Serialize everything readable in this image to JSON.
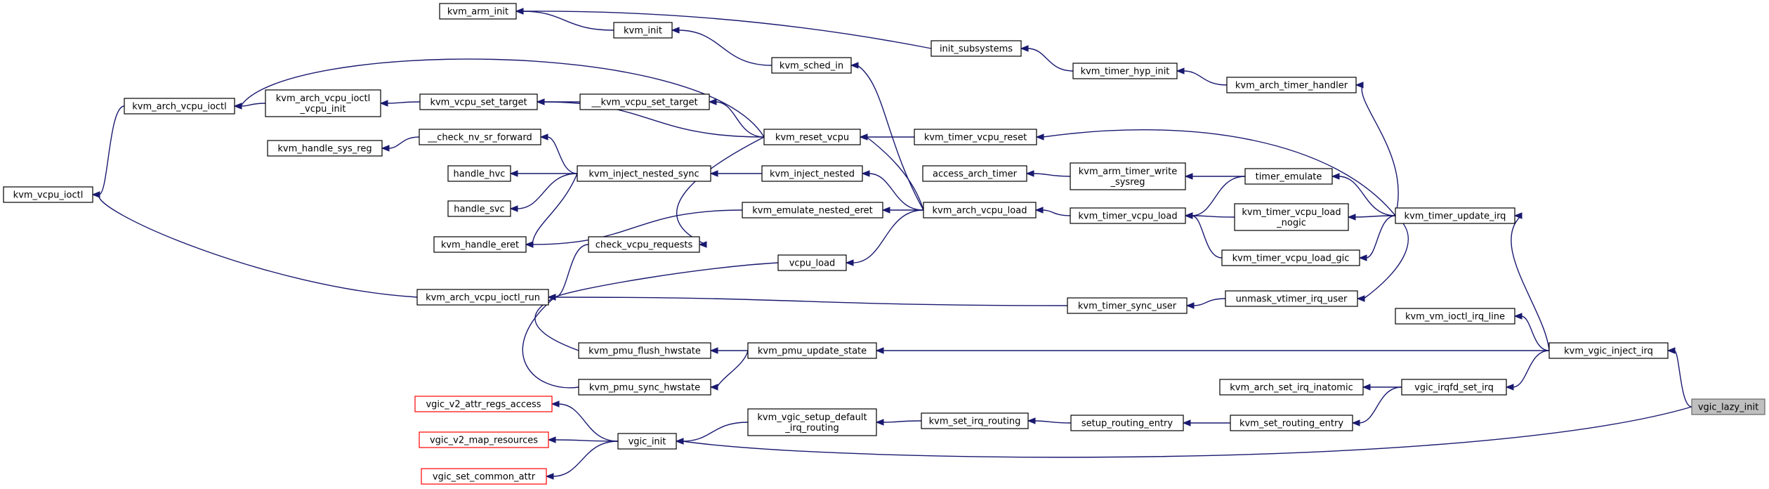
{
  "graph": {
    "edge_color": "#191970",
    "highlight_node_fill": "#bfbfbf",
    "missing_node_border_color": "#ff0000",
    "nodes": [
      {
        "id": "kvm_arm_init",
        "lines": [
          "kvm_arm_init"
        ]
      },
      {
        "id": "kvm_init",
        "lines": [
          "kvm_init"
        ]
      },
      {
        "id": "init_subsystems",
        "lines": [
          "init_subsystems"
        ]
      },
      {
        "id": "kvm_sched_in",
        "lines": [
          "kvm_sched_in"
        ]
      },
      {
        "id": "kvm_timer_hyp_init",
        "lines": [
          "kvm_timer_hyp_init"
        ]
      },
      {
        "id": "kvm_arch_timer_handler",
        "lines": [
          "kvm_arch_timer_handler"
        ]
      },
      {
        "id": "kvm_arch_vcpu_ioctl",
        "lines": [
          "kvm_arch_vcpu_ioctl"
        ]
      },
      {
        "id": "kvm_arch_vcpu_ioctl_vcpu_init",
        "lines": [
          "kvm_arch_vcpu_ioctl",
          "_vcpu_init"
        ]
      },
      {
        "id": "kvm_vcpu_set_target",
        "lines": [
          "kvm_vcpu_set_target"
        ]
      },
      {
        "id": "__kvm_vcpu_set_target",
        "lines": [
          "__kvm_vcpu_set_target"
        ]
      },
      {
        "id": "kvm_reset_vcpu",
        "lines": [
          "kvm_reset_vcpu"
        ]
      },
      {
        "id": "kvm_timer_vcpu_reset",
        "lines": [
          "kvm_timer_vcpu_reset"
        ]
      },
      {
        "id": "kvm_handle_sys_reg",
        "lines": [
          "kvm_handle_sys_reg"
        ]
      },
      {
        "id": "__check_nv_sr_forward",
        "lines": [
          "__check_nv_sr_forward"
        ]
      },
      {
        "id": "handle_hvc",
        "lines": [
          "handle_hvc"
        ]
      },
      {
        "id": "kvm_inject_nested_sync",
        "lines": [
          "kvm_inject_nested_sync"
        ]
      },
      {
        "id": "kvm_inject_nested",
        "lines": [
          "kvm_inject_nested"
        ]
      },
      {
        "id": "access_arch_timer",
        "lines": [
          "access_arch_timer"
        ]
      },
      {
        "id": "kvm_arm_timer_write_sysreg",
        "lines": [
          "kvm_arm_timer_write",
          "_sysreg"
        ]
      },
      {
        "id": "timer_emulate",
        "lines": [
          "timer_emulate"
        ]
      },
      {
        "id": "kvm_vcpu_ioctl",
        "lines": [
          "kvm_vcpu_ioctl"
        ]
      },
      {
        "id": "handle_svc",
        "lines": [
          "handle_svc"
        ]
      },
      {
        "id": "kvm_emulate_nested_eret",
        "lines": [
          "kvm_emulate_nested_eret"
        ]
      },
      {
        "id": "kvm_arch_vcpu_load",
        "lines": [
          "kvm_arch_vcpu_load"
        ]
      },
      {
        "id": "kvm_timer_vcpu_load",
        "lines": [
          "kvm_timer_vcpu_load"
        ]
      },
      {
        "id": "kvm_timer_vcpu_load_nogic",
        "lines": [
          "kvm_timer_vcpu_load",
          "_nogic"
        ]
      },
      {
        "id": "kvm_timer_update_irq",
        "lines": [
          "kvm_timer_update_irq"
        ]
      },
      {
        "id": "kvm_handle_eret",
        "lines": [
          "kvm_handle_eret"
        ]
      },
      {
        "id": "check_vcpu_requests",
        "lines": [
          "check_vcpu_requests"
        ]
      },
      {
        "id": "kvm_timer_vcpu_load_gic",
        "lines": [
          "kvm_timer_vcpu_load_gic"
        ]
      },
      {
        "id": "vcpu_load",
        "lines": [
          "vcpu_load"
        ]
      },
      {
        "id": "kvm_arch_vcpu_ioctl_run",
        "lines": [
          "kvm_arch_vcpu_ioctl_run"
        ]
      },
      {
        "id": "kvm_timer_sync_user",
        "lines": [
          "kvm_timer_sync_user"
        ]
      },
      {
        "id": "unmask_vtimer_irq_user",
        "lines": [
          "unmask_vtimer_irq_user"
        ]
      },
      {
        "id": "kvm_vm_ioctl_irq_line",
        "lines": [
          "kvm_vm_ioctl_irq_line"
        ]
      },
      {
        "id": "kvm_pmu_flush_hwstate",
        "lines": [
          "kvm_pmu_flush_hwstate"
        ]
      },
      {
        "id": "kvm_pmu_update_state",
        "lines": [
          "kvm_pmu_update_state"
        ]
      },
      {
        "id": "kvm_vgic_inject_irq",
        "lines": [
          "kvm_vgic_inject_irq"
        ]
      },
      {
        "id": "kvm_arch_set_irq_inatomic",
        "lines": [
          "kvm_arch_set_irq_inatomic"
        ]
      },
      {
        "id": "vgic_irqfd_set_irq",
        "lines": [
          "vgic_irqfd_set_irq"
        ]
      },
      {
        "id": "kvm_pmu_sync_hwstate",
        "lines": [
          "kvm_pmu_sync_hwstate"
        ]
      },
      {
        "id": "vgic_lazy_init",
        "lines": [
          "vgic_lazy_init"
        ],
        "highlight": true
      },
      {
        "id": "vgic_v2_attr_regs_access",
        "lines": [
          "vgic_v2_attr_regs_access"
        ],
        "missing": true
      },
      {
        "id": "kvm_vgic_setup_default_irq_routing",
        "lines": [
          "kvm_vgic_setup_default",
          "_irq_routing"
        ]
      },
      {
        "id": "kvm_set_irq_routing",
        "lines": [
          "kvm_set_irq_routing"
        ]
      },
      {
        "id": "setup_routing_entry",
        "lines": [
          "setup_routing_entry"
        ]
      },
      {
        "id": "kvm_set_routing_entry",
        "lines": [
          "kvm_set_routing_entry"
        ]
      },
      {
        "id": "vgic_v2_map_resources",
        "lines": [
          "vgic_v2_map_resources"
        ],
        "missing": true
      },
      {
        "id": "vgic_init",
        "lines": [
          "vgic_init"
        ]
      },
      {
        "id": "vgic_set_common_attr",
        "lines": [
          "vgic_set_common_attr"
        ],
        "missing": true
      }
    ],
    "edges": [
      {
        "from": "vgic_lazy_init",
        "to": "kvm_vgic_inject_irq"
      },
      {
        "from": "vgic_lazy_init",
        "to": "vgic_init"
      },
      {
        "from": "kvm_vgic_inject_irq",
        "to": "kvm_timer_update_irq"
      },
      {
        "from": "kvm_vgic_inject_irq",
        "to": "kvm_vm_ioctl_irq_line"
      },
      {
        "from": "kvm_vgic_inject_irq",
        "to": "kvm_pmu_update_state"
      },
      {
        "from": "kvm_vgic_inject_irq",
        "to": "vgic_irqfd_set_irq"
      },
      {
        "from": "kvm_timer_update_irq",
        "to": "kvm_arch_timer_handler"
      },
      {
        "from": "kvm_timer_update_irq",
        "to": "kvm_timer_vcpu_reset"
      },
      {
        "from": "kvm_timer_update_irq",
        "to": "timer_emulate"
      },
      {
        "from": "kvm_timer_update_irq",
        "to": "kvm_timer_vcpu_load_nogic"
      },
      {
        "from": "kvm_timer_update_irq",
        "to": "kvm_timer_vcpu_load_gic"
      },
      {
        "from": "kvm_timer_update_irq",
        "to": "unmask_vtimer_irq_user"
      },
      {
        "from": "kvm_arch_timer_handler",
        "to": "kvm_timer_hyp_init"
      },
      {
        "from": "kvm_timer_hyp_init",
        "to": "init_subsystems"
      },
      {
        "from": "init_subsystems",
        "to": "kvm_arm_init"
      },
      {
        "from": "kvm_timer_vcpu_reset",
        "to": "kvm_reset_vcpu"
      },
      {
        "from": "kvm_reset_vcpu",
        "to": "__kvm_vcpu_set_target"
      },
      {
        "from": "kvm_reset_vcpu",
        "to": "kvm_vcpu_set_target"
      },
      {
        "from": "kvm_reset_vcpu",
        "to": "kvm_arch_vcpu_ioctl"
      },
      {
        "from": "kvm_reset_vcpu",
        "to": "check_vcpu_requests"
      },
      {
        "from": "__kvm_vcpu_set_target",
        "to": "kvm_vcpu_set_target"
      },
      {
        "from": "kvm_vcpu_set_target",
        "to": "kvm_arch_vcpu_ioctl_vcpu_init"
      },
      {
        "from": "kvm_arch_vcpu_ioctl_vcpu_init",
        "to": "kvm_arch_vcpu_ioctl"
      },
      {
        "from": "kvm_arch_vcpu_ioctl",
        "to": "kvm_vcpu_ioctl"
      },
      {
        "from": "kvm_arch_vcpu_ioctl_run",
        "to": "kvm_vcpu_ioctl"
      },
      {
        "from": "check_vcpu_requests",
        "to": "kvm_arch_vcpu_ioctl_run"
      },
      {
        "from": "timer_emulate",
        "to": "kvm_arm_timer_write_sysreg"
      },
      {
        "from": "timer_emulate",
        "to": "kvm_timer_vcpu_load"
      },
      {
        "from": "kvm_arm_timer_write_sysreg",
        "to": "access_arch_timer"
      },
      {
        "from": "kvm_timer_vcpu_load_nogic",
        "to": "kvm_timer_vcpu_load"
      },
      {
        "from": "kvm_timer_vcpu_load_gic",
        "to": "kvm_timer_vcpu_load"
      },
      {
        "from": "kvm_timer_vcpu_load",
        "to": "kvm_arch_vcpu_load"
      },
      {
        "from": "kvm_arch_vcpu_load",
        "to": "kvm_sched_in"
      },
      {
        "from": "kvm_arch_vcpu_load",
        "to": "kvm_reset_vcpu"
      },
      {
        "from": "kvm_arch_vcpu_load",
        "to": "kvm_inject_nested"
      },
      {
        "from": "kvm_arch_vcpu_load",
        "to": "kvm_emulate_nested_eret"
      },
      {
        "from": "kvm_arch_vcpu_load",
        "to": "vcpu_load"
      },
      {
        "from": "kvm_sched_in",
        "to": "kvm_init"
      },
      {
        "from": "kvm_init",
        "to": "kvm_arm_init"
      },
      {
        "from": "kvm_inject_nested",
        "to": "kvm_inject_nested_sync"
      },
      {
        "from": "kvm_inject_nested_sync",
        "to": "__check_nv_sr_forward"
      },
      {
        "from": "kvm_inject_nested_sync",
        "to": "handle_hvc"
      },
      {
        "from": "kvm_inject_nested_sync",
        "to": "handle_svc"
      },
      {
        "from": "kvm_inject_nested_sync",
        "to": "kvm_handle_eret"
      },
      {
        "from": "__check_nv_sr_forward",
        "to": "kvm_handle_sys_reg"
      },
      {
        "from": "kvm_emulate_nested_eret",
        "to": "kvm_handle_eret"
      },
      {
        "from": "vcpu_load",
        "to": "kvm_arch_vcpu_ioctl_run"
      },
      {
        "from": "unmask_vtimer_irq_user",
        "to": "kvm_timer_sync_user"
      },
      {
        "from": "kvm_timer_sync_user",
        "to": "kvm_arch_vcpu_ioctl_run"
      },
      {
        "from": "kvm_pmu_update_state",
        "to": "kvm_pmu_flush_hwstate"
      },
      {
        "from": "kvm_pmu_update_state",
        "to": "kvm_pmu_sync_hwstate"
      },
      {
        "from": "kvm_pmu_flush_hwstate",
        "to": "kvm_arch_vcpu_ioctl_run"
      },
      {
        "from": "kvm_pmu_sync_hwstate",
        "to": "kvm_arch_vcpu_ioctl_run"
      },
      {
        "from": "vgic_irqfd_set_irq",
        "to": "kvm_arch_set_irq_inatomic"
      },
      {
        "from": "vgic_irqfd_set_irq",
        "to": "kvm_set_routing_entry"
      },
      {
        "from": "kvm_set_routing_entry",
        "to": "setup_routing_entry"
      },
      {
        "from": "setup_routing_entry",
        "to": "kvm_set_irq_routing"
      },
      {
        "from": "kvm_set_irq_routing",
        "to": "kvm_vgic_setup_default_irq_routing"
      },
      {
        "from": "kvm_vgic_setup_default_irq_routing",
        "to": "vgic_init"
      },
      {
        "from": "vgic_init",
        "to": "vgic_v2_attr_regs_access"
      },
      {
        "from": "vgic_init",
        "to": "vgic_v2_map_resources"
      },
      {
        "from": "vgic_init",
        "to": "vgic_set_common_attr"
      }
    ]
  }
}
